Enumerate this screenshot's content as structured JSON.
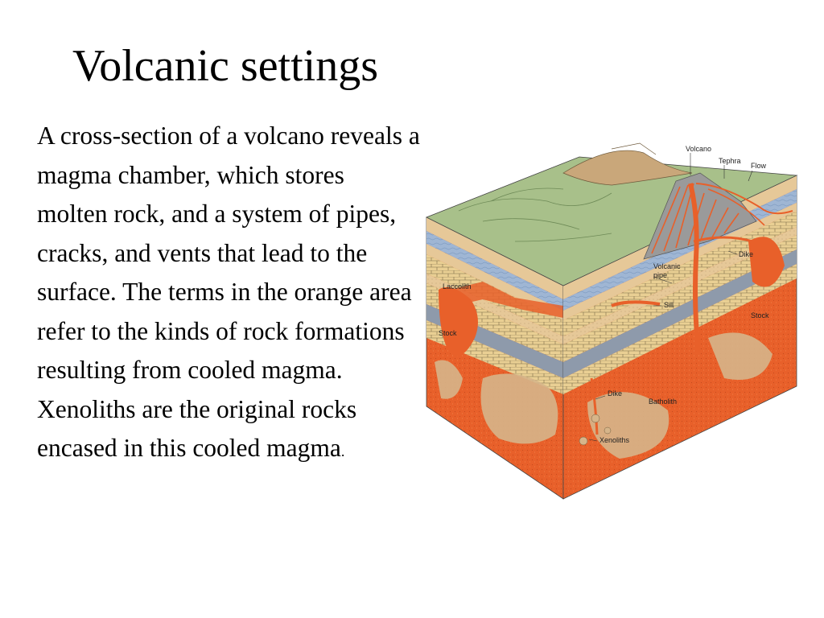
{
  "slide": {
    "title": "Volcanic settings",
    "paragraph_main": "A cross-section of a volcano reveals a magma chamber, which stores molten rock, and a system of pipes, cracks, and vents that lead to the surface. The terms in the orange area refer to the kinds of rock formations resulting from cooled magma. Xenoliths are the original rocks encased in this cooled magma",
    "paragraph_end": "."
  },
  "diagram": {
    "labels": {
      "volcano": "Volcano",
      "tephra": "Tephra",
      "flow": "Flow",
      "dike_upper": "Dike",
      "volcanic_pipe_1": "Volcanic",
      "volcanic_pipe_2": "pipe",
      "laccolith": "Laccolith",
      "sill": "Sill",
      "stock_left": "Stock",
      "stock_right": "Stock",
      "dike_lower": "Dike",
      "batholith": "Batholith",
      "xenoliths": "Xenoliths"
    },
    "colors": {
      "surface_green": "#a8c08a",
      "mountain_tan": "#c9a77a",
      "tan_layer": "#e6c898",
      "blue_layer": "#9fb6d4",
      "brick_layer": "#e9cf93",
      "gray_layer": "#8e9aab",
      "magma_orange": "#e8602a",
      "tephra_gray": "#9a9a9a"
    }
  }
}
